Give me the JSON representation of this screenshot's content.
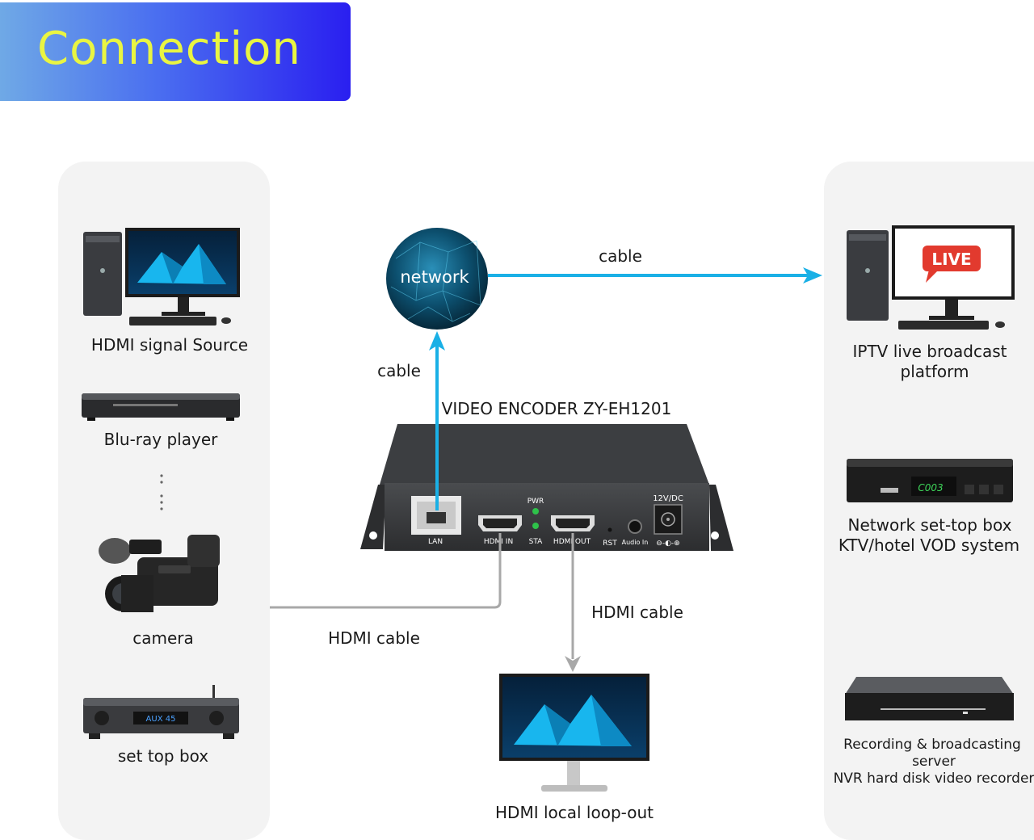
{
  "banner": {
    "title": "Connection"
  },
  "sources": {
    "hdmi_source": "HDMI signal Source",
    "bluray": "Blu-ray player",
    "camera": "camera",
    "set_top_box": "set top box"
  },
  "network": {
    "label": "network"
  },
  "cables": {
    "network_to_iptv": "cable",
    "encoder_to_network": "cable",
    "hdmi_in": "HDMI cable",
    "hdmi_out": "HDMI cable"
  },
  "encoder": {
    "title": "VIDEO ENCODER ZY-EH1201",
    "ports": {
      "lan": "LAN",
      "hdmi_in": "HDMI IN",
      "pwr": "PWR",
      "sta": "STA",
      "hdmi_out": "HDMI OUT",
      "rst": "RST",
      "audio_in": "Audio In",
      "power": "12V/DC"
    }
  },
  "monitor_out": {
    "label": "HDMI local loop-out"
  },
  "destinations": {
    "iptv_line1": "IPTV live broadcast",
    "iptv_line2": "platform",
    "live_sign": "LIVE",
    "settop_line1": "Network set-top box",
    "settop_line2": "KTV/hotel VOD system",
    "settop_display": "C003",
    "nvr_line1": "Recording & broadcasting",
    "nvr_line2": "server",
    "nvr_line3": "NVR hard disk video recorder"
  },
  "stb_display": "AUX 45",
  "colors": {
    "blue_cable": "#1ab0e6",
    "gray_cable": "#a8a8a8",
    "banner_text": "#e9f542"
  }
}
